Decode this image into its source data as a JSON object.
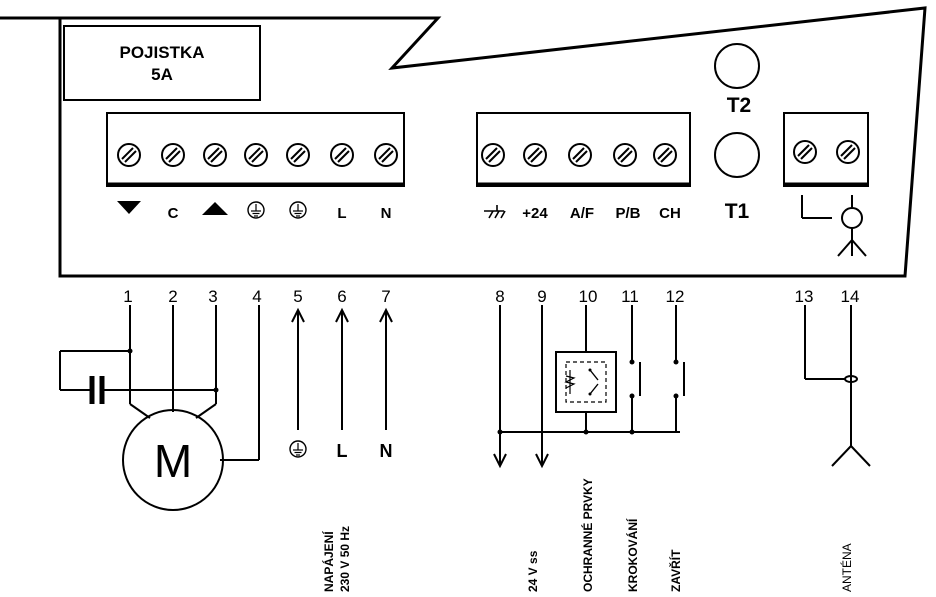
{
  "fuse": {
    "line1": "POJISTKA",
    "line2": "5A"
  },
  "buttons": {
    "t2": "T2",
    "t1": "T1"
  },
  "block_left_labels": [
    "C",
    "L",
    "N"
  ],
  "block_right_labels": [
    "+24",
    "A/F",
    "P/B",
    "CH"
  ],
  "terminal_numbers": [
    "1",
    "2",
    "3",
    "4",
    "5",
    "6",
    "7",
    "8",
    "9",
    "10",
    "11",
    "12",
    "13",
    "14"
  ],
  "motor": {
    "label": "M"
  },
  "supply_labels": {
    "l": "L",
    "n": "N"
  },
  "vertical_labels": {
    "power_line1": "NAPÁJENÍ",
    "power_line2": "230 V 50 Hz",
    "v24": "24 V ss",
    "safety": "OCHRANNÉ PRVKY",
    "step": "KROKOVÁNÍ",
    "close": "ZAVŘÍT",
    "antenna": "ANTÉNA"
  }
}
